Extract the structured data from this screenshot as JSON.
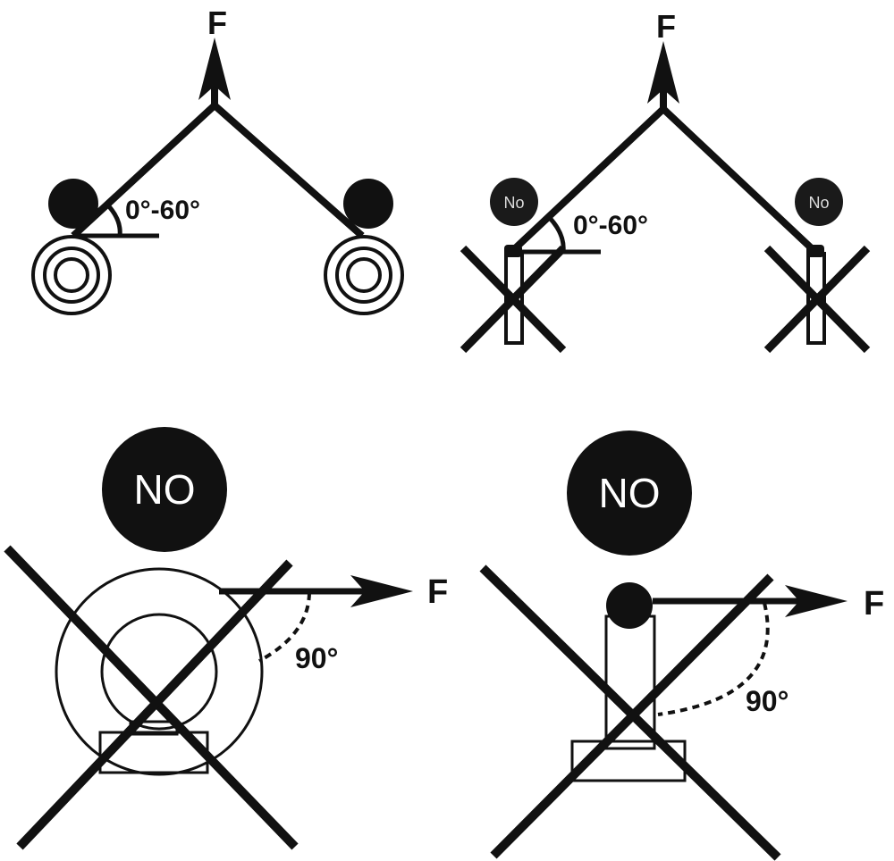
{
  "panels": {
    "top_left": {
      "force_label": "F",
      "angle_label": "0°-60°"
    },
    "top_right": {
      "force_label": "F",
      "angle_label": "0°-60°",
      "badge_left": "No",
      "badge_right": "No"
    },
    "bottom_left": {
      "badge": "NO",
      "force_label": "F",
      "angle_label": "90°"
    },
    "bottom_right": {
      "badge": "NO",
      "force_label": "F",
      "angle_label": "90°"
    }
  },
  "colors": {
    "ink": "#111111",
    "background": "#ffffff"
  }
}
